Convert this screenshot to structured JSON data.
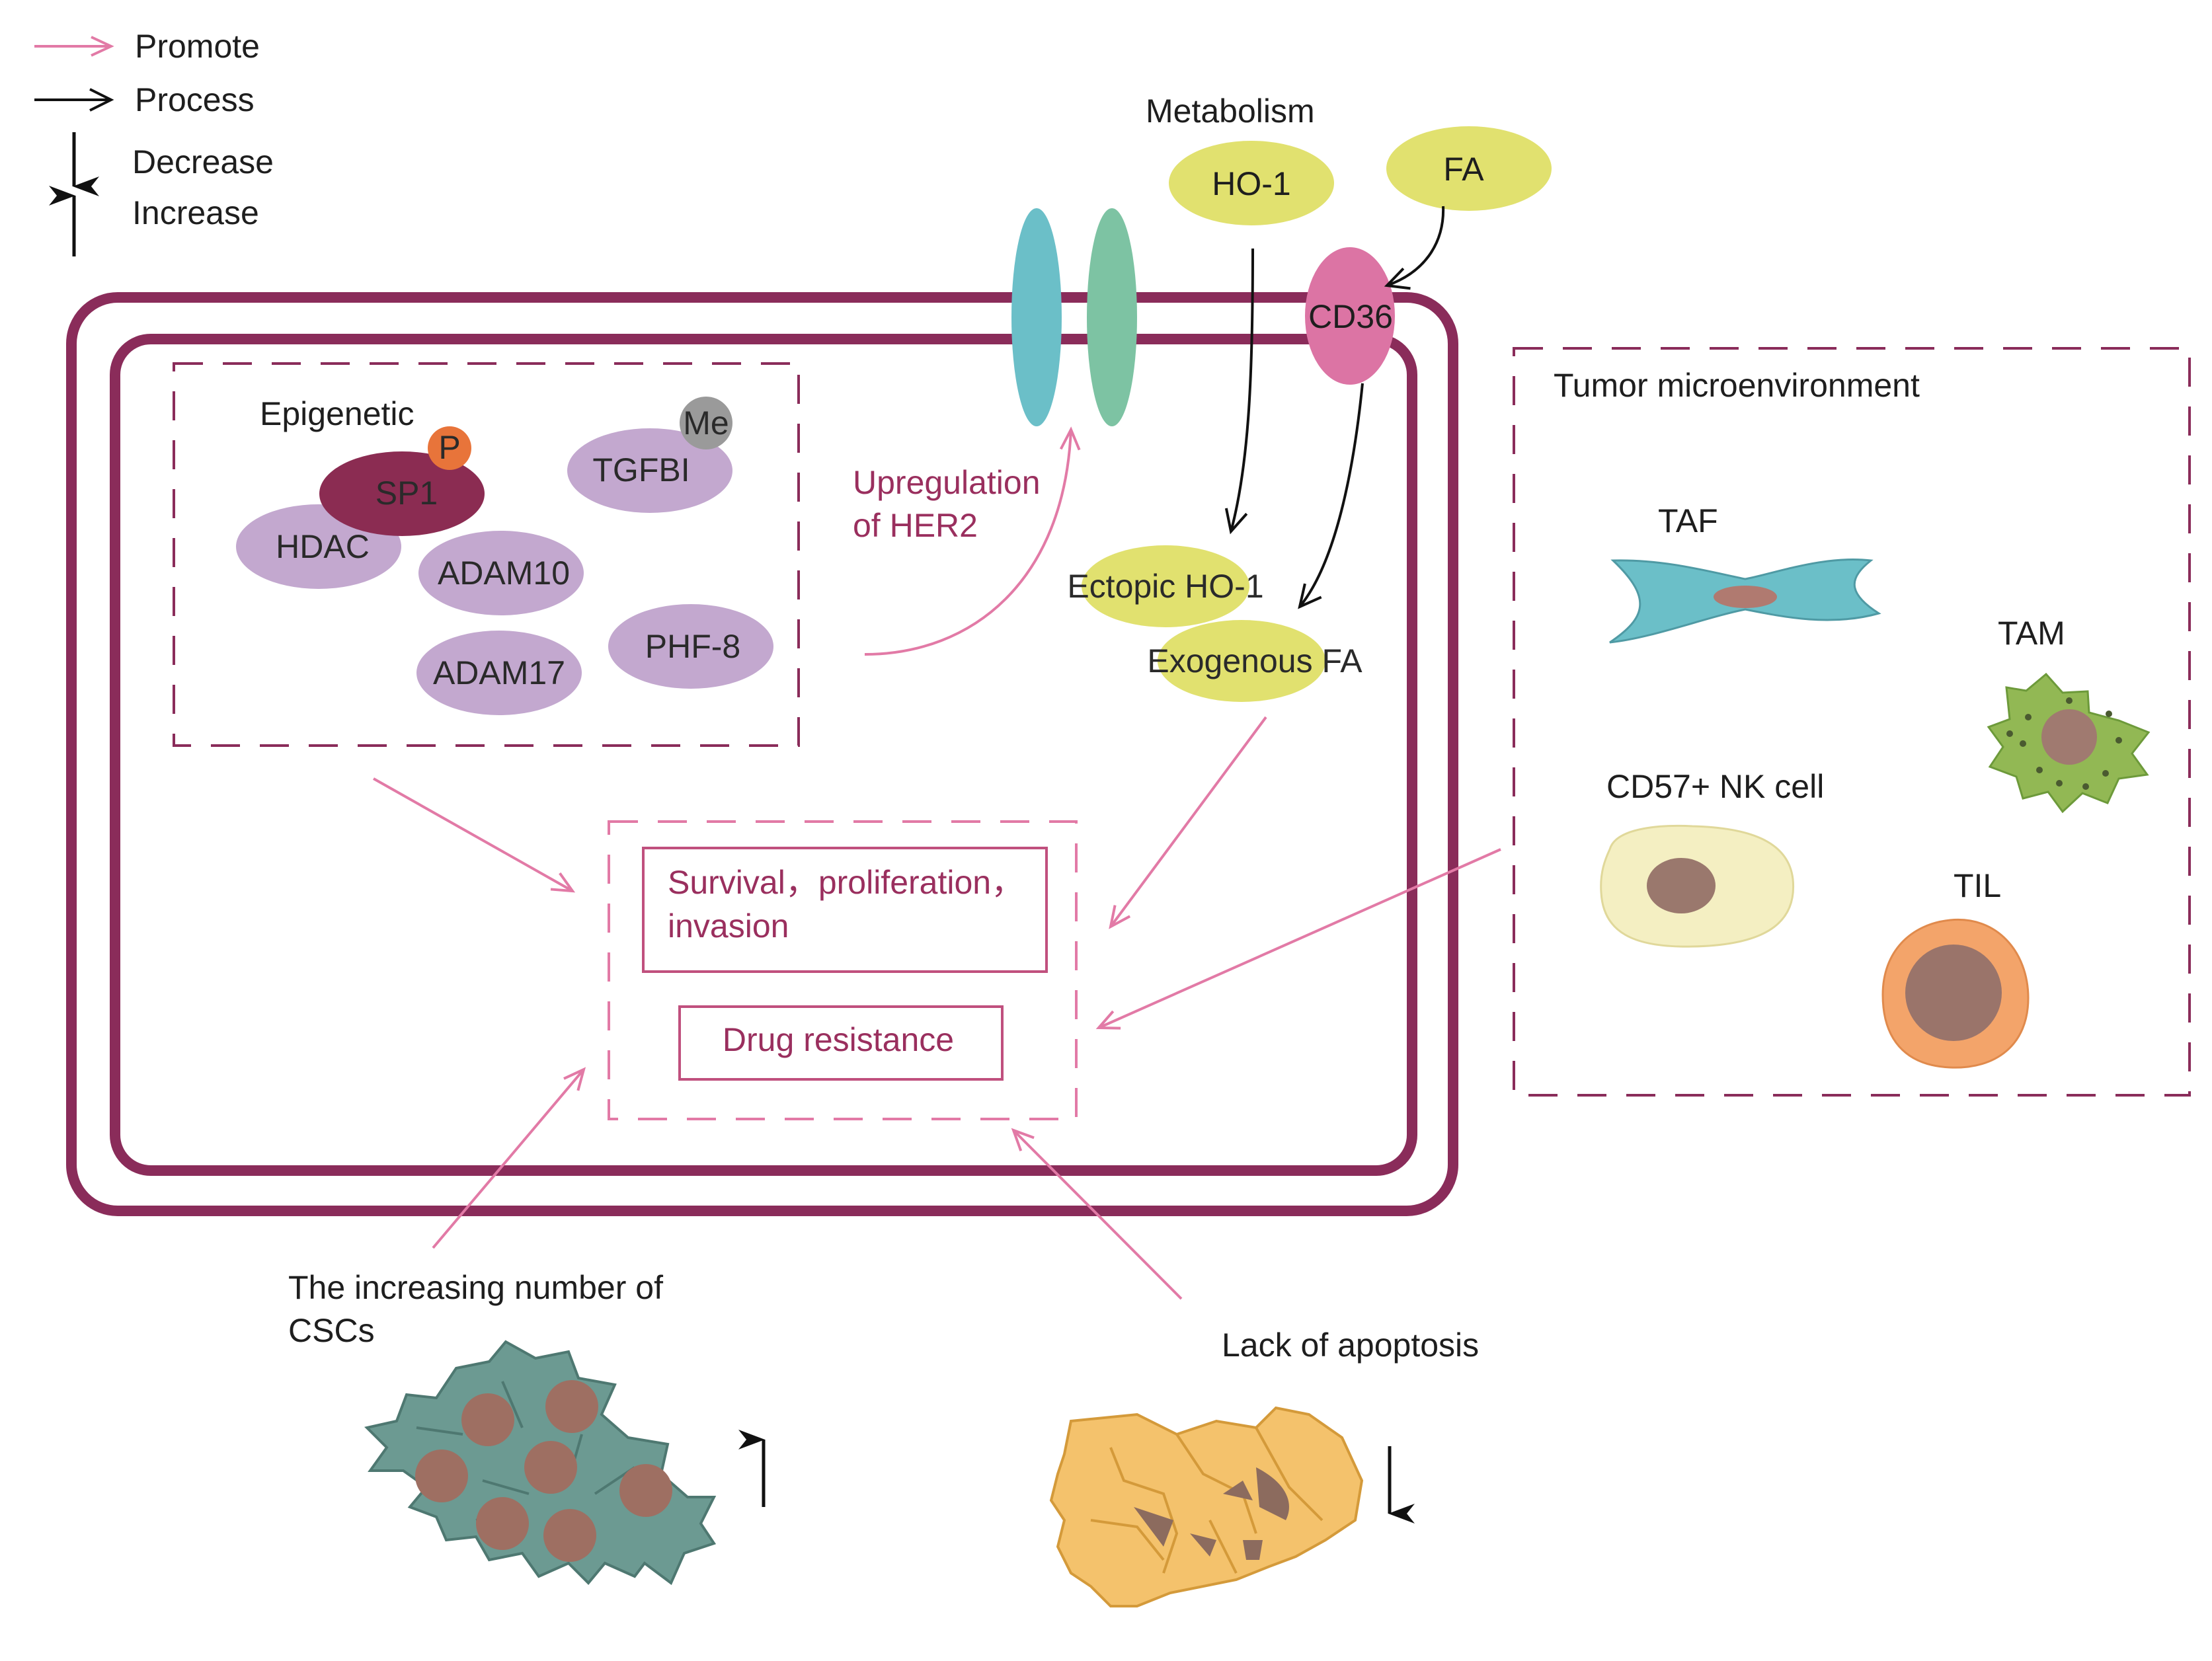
{
  "legend": {
    "promote": "Promote",
    "process": "Process",
    "decrease": "Decrease",
    "increase": "Increase"
  },
  "metabolism": {
    "title": "Metabolism",
    "ho1": "HO-1",
    "fa": "FA",
    "cd36": "CD36",
    "ectopic_ho1": "Ectopic HO-1",
    "exogenous_fa": "Exogenous FA"
  },
  "epigenetic": {
    "title": "Epigenetic",
    "p_badge": "P",
    "me_badge": "Me",
    "sp1": "SP1",
    "tgfbi": "TGFBI",
    "hdac": "HDAC",
    "adam10": "ADAM10",
    "adam17": "ADAM17",
    "phf8": "PHF-8"
  },
  "her2": {
    "line1": "Upregulation",
    "line2": "of HER2"
  },
  "outcomes": {
    "survival_line1": "Survival，proliferation，",
    "survival_line2": "invasion",
    "drug_resistance": "Drug resistance"
  },
  "tme": {
    "title": "Tumor microenvironment",
    "taf": "TAF",
    "tam": "TAM",
    "nk": "CD57+ NK cell",
    "til": "TIL"
  },
  "cscs": {
    "line1": "The increasing number of",
    "line2": "CSCs"
  },
  "apoptosis": {
    "label": "Lack of apoptosis"
  },
  "colors": {
    "membrane": "#8a2c5a",
    "promote_arrow": "#e27aa6",
    "epigenetic_purple": "#c3a8cf",
    "sp1_maroon": "#8b2c52",
    "metabolism_yellow": "#e1e16f",
    "cd36_pink": "#dc74a4",
    "her2_teal": "#6bbfc8",
    "her2_green": "#7dc3a3"
  }
}
